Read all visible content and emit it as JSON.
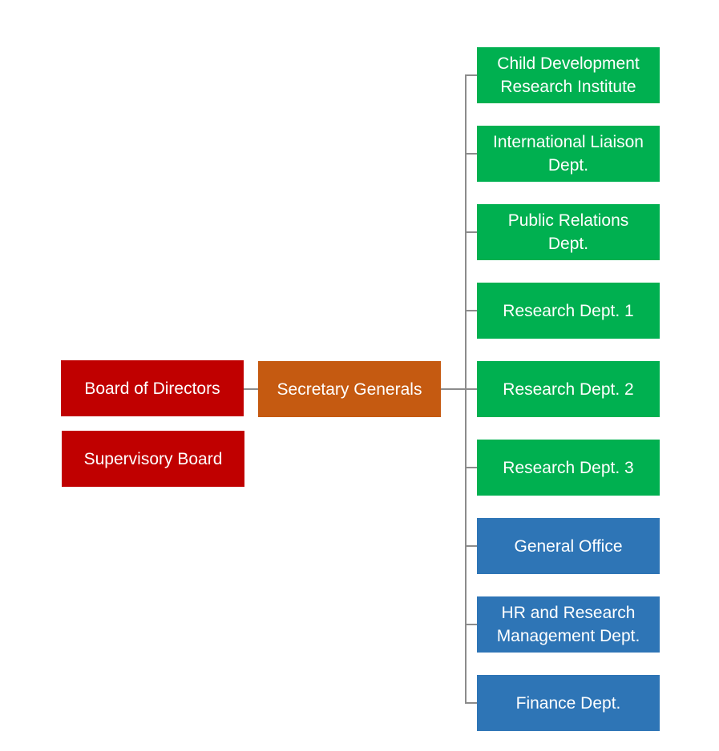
{
  "colors": {
    "board": "#c00000",
    "secretariat": "#c55a11",
    "research_units": "#00b050",
    "admin_units": "#2e75b6",
    "connector": "#8c8c8c",
    "text": "#ffffff"
  },
  "governance": {
    "board_of_directors": "Board of Directors",
    "supervisory_board": "Supervisory Board"
  },
  "executive": {
    "secretary_generals": "Secretary Generals"
  },
  "departments": [
    {
      "line1": "Child Development",
      "line2": "Research Institute",
      "group": "research"
    },
    {
      "line1": "International Liaison",
      "line2": "Dept.",
      "group": "research"
    },
    {
      "line1": "Public Relations",
      "line2": "Dept.",
      "group": "research"
    },
    {
      "line1": "Research Dept. 1",
      "line2": "",
      "group": "research"
    },
    {
      "line1": "Research Dept. 2",
      "line2": "",
      "group": "research"
    },
    {
      "line1": "Research Dept. 3",
      "line2": "",
      "group": "research"
    },
    {
      "line1": "General Office",
      "line2": "",
      "group": "admin"
    },
    {
      "line1": "HR and Research",
      "line2": "Management Dept.",
      "group": "admin"
    },
    {
      "line1": "Finance Dept.",
      "line2": "",
      "group": "admin"
    }
  ]
}
